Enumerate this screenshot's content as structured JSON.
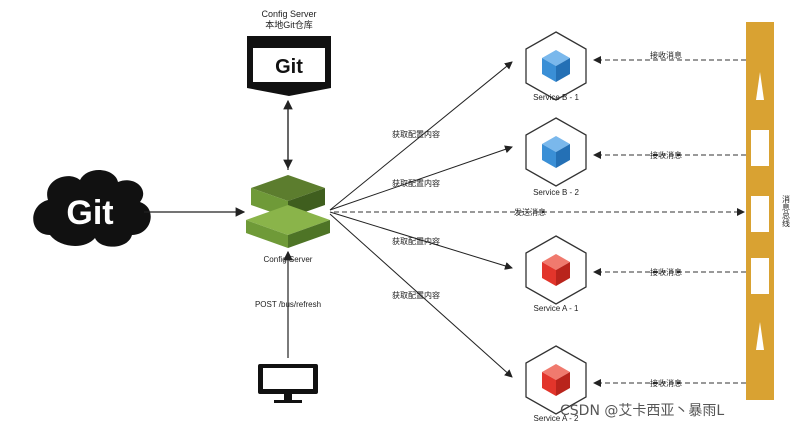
{
  "config_repo": {
    "title_line1": "Config Server",
    "title_line2": "本地Git仓库",
    "icon_text": "Git"
  },
  "git_remote": {
    "text": "Git"
  },
  "config_server": {
    "label": "Config Server"
  },
  "refresh": {
    "label": "POST /bus/refresh"
  },
  "send_message": {
    "label": "发送消息"
  },
  "fetch_labels": [
    "获取配置内容",
    "获取配置内容",
    "获取配置内容",
    "获取配置内容"
  ],
  "services": [
    {
      "label": "Service B - 1",
      "color": "#3a8fd6"
    },
    {
      "label": "Service B - 2",
      "color": "#3a8fd6"
    },
    {
      "label": "Service A - 1",
      "color": "#e2352b"
    },
    {
      "label": "Service A - 2",
      "color": "#e2352b"
    }
  ],
  "receive_label": "接收消息",
  "bus": {
    "label": "消息总线",
    "color": "#d9a232"
  },
  "watermark": "CSDN @艾卡西亚丶暴雨L"
}
